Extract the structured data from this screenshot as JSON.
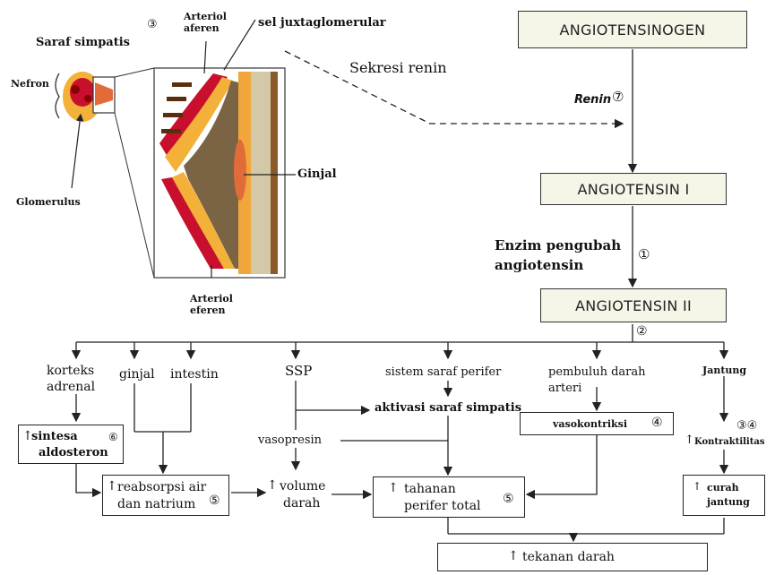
{
  "illustration": {
    "labels": {
      "nefron": "Nefron",
      "saraf_simpatis": "Saraf simpatis",
      "num3": "③",
      "arteriol_aferen": "Arteriol\naferen",
      "sel_juxta": "sel juxtaglomerular",
      "glomerulus": "Glomerulus",
      "ginjal": "Ginjal",
      "arteriol_eferen": "Arteriol\neferen",
      "sekresi_renin": "Sekresi renin"
    }
  },
  "flow": {
    "angiotensinogen": "ANGIOTENSINOGEN",
    "renin": "Renin",
    "renin_num": "⑦",
    "angiotensin1": "ANGIOTENSIN I",
    "enzim": "Enzim pengubah",
    "enzim2": "angiotensin",
    "enzim_num": "①",
    "angiotensin2": "ANGIOTENSIN II",
    "ang2_num": "②"
  },
  "branches": {
    "korteks": "korteks",
    "adrenal": "adrenal",
    "ginjal": "ginjal",
    "intestin": "intestin",
    "ssp": "SSP",
    "sistem_saraf": "sistem saraf perifer",
    "aktivasi": "aktivasi saraf simpatis",
    "pembuluh": "pembuluh darah",
    "arteri": "arteri",
    "jantung": "Jantung"
  },
  "boxes": {
    "sintesa1": "sintesa",
    "sintesa2": "aldosteron",
    "sintesa_num": "⑥",
    "reabs1": "reabsorpsi air",
    "reabs2": "dan natrium",
    "reabs_num": "⑤",
    "vasopresin": "vasopresin",
    "volume1": "volume",
    "volume2": "darah",
    "tahanan1": "tahanan",
    "tahanan2": "perifer total",
    "tahanan_num": "⑤",
    "vasokontriksi": "vasokontriksi",
    "vaso_num": "④",
    "kontraktilitas": "Kontraktilitas",
    "kontr_num": "③④",
    "curah1": "curah",
    "curah2": "jantung",
    "tekanan": "tekanan darah"
  }
}
